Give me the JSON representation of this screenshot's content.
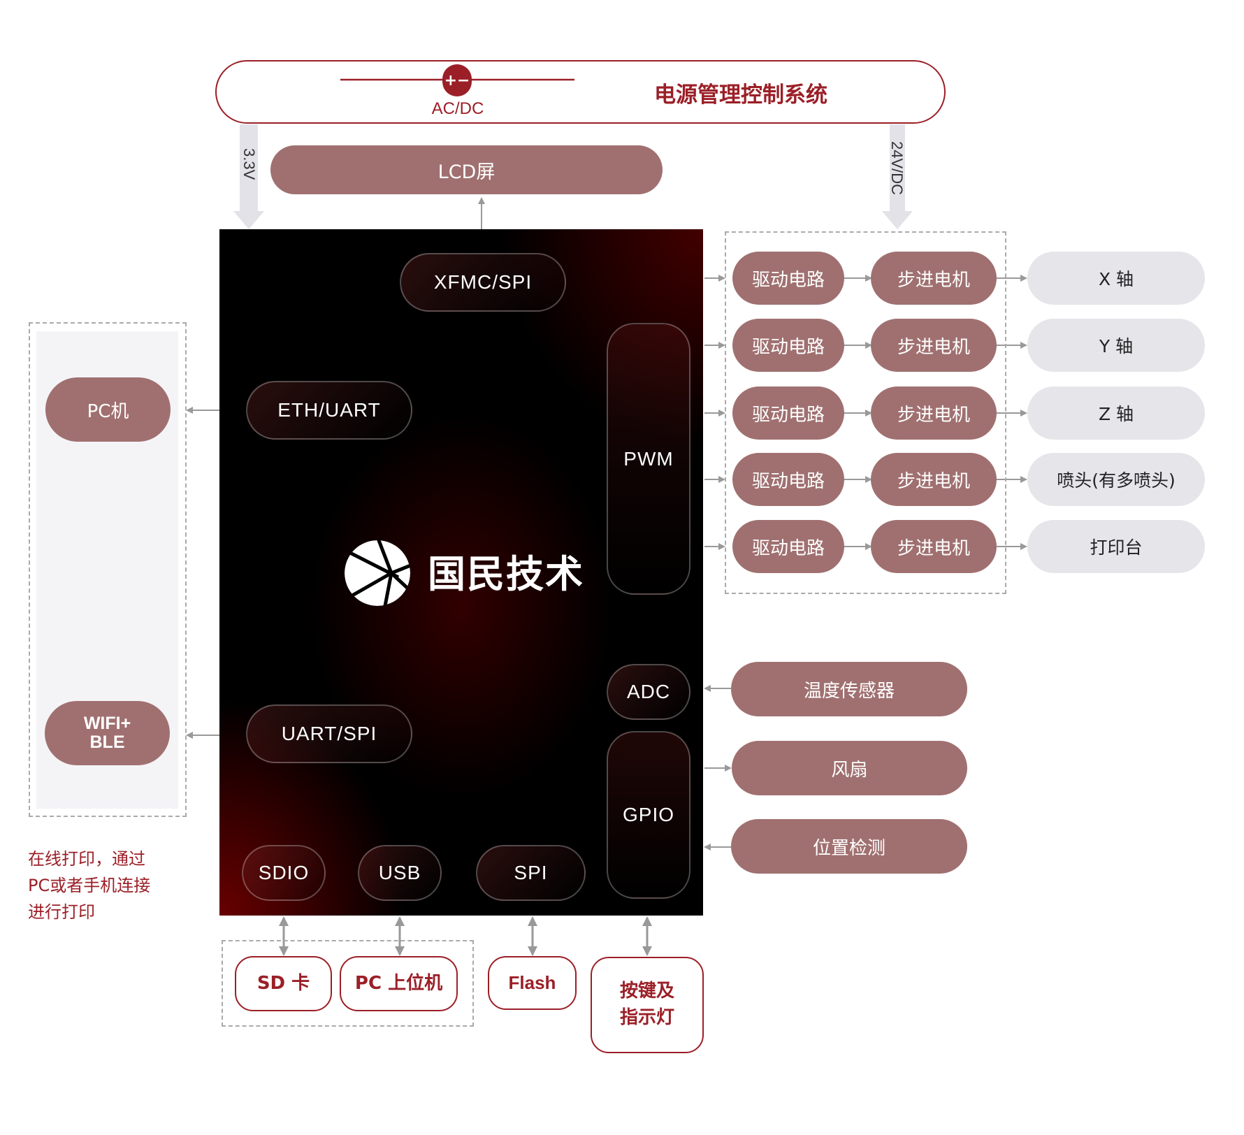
{
  "power": {
    "title": "电源管理控制系统",
    "converter_label": "AC/DC",
    "converter_symbol": "+−",
    "rail_left": "3.3V",
    "rail_right": "24V/DC"
  },
  "lcd": {
    "label": "LCD屏"
  },
  "mcu": {
    "brand": "国民技术",
    "interfaces": {
      "xfmc": "XFMC/SPI",
      "eth": "ETH/UART",
      "uart": "UART/SPI",
      "pwm": "PWM",
      "adc": "ADC",
      "gpio": "GPIO",
      "sdio": "SDIO",
      "usb": "USB",
      "spi": "SPI"
    }
  },
  "host": {
    "pc": "PC机",
    "wifi_line1": "WIFI+",
    "wifi_line2": "BLE",
    "caption_lines": [
      "在线打印，通过",
      "PC或者手机连接",
      "进行打印"
    ]
  },
  "motion": {
    "rows": [
      {
        "driver": "驱动电路",
        "motor": "步进电机",
        "target": "X 轴"
      },
      {
        "driver": "驱动电路",
        "motor": "步进电机",
        "target": "Y 轴"
      },
      {
        "driver": "驱动电路",
        "motor": "步进电机",
        "target": "Z 轴"
      },
      {
        "driver": "驱动电路",
        "motor": "步进电机",
        "target": "喷头(有多喷头)"
      },
      {
        "driver": "驱动电路",
        "motor": "步进电机",
        "target": "打印台"
      }
    ]
  },
  "peripherals": {
    "temp_sensor": "温度传感器",
    "fan": "风扇",
    "position": "位置检测"
  },
  "storage": {
    "sd_card": "SD 卡",
    "pc_host": "PC 上位机",
    "flash": "Flash",
    "keys_line1": "按键及",
    "keys_line2": "指示灯"
  },
  "colors": {
    "accent_red": "#9b1f27",
    "pill_brown": "#a07070",
    "pill_gray": "#e5e5ea",
    "chip_dark": "#000000",
    "chip_red": "#3a0000"
  }
}
